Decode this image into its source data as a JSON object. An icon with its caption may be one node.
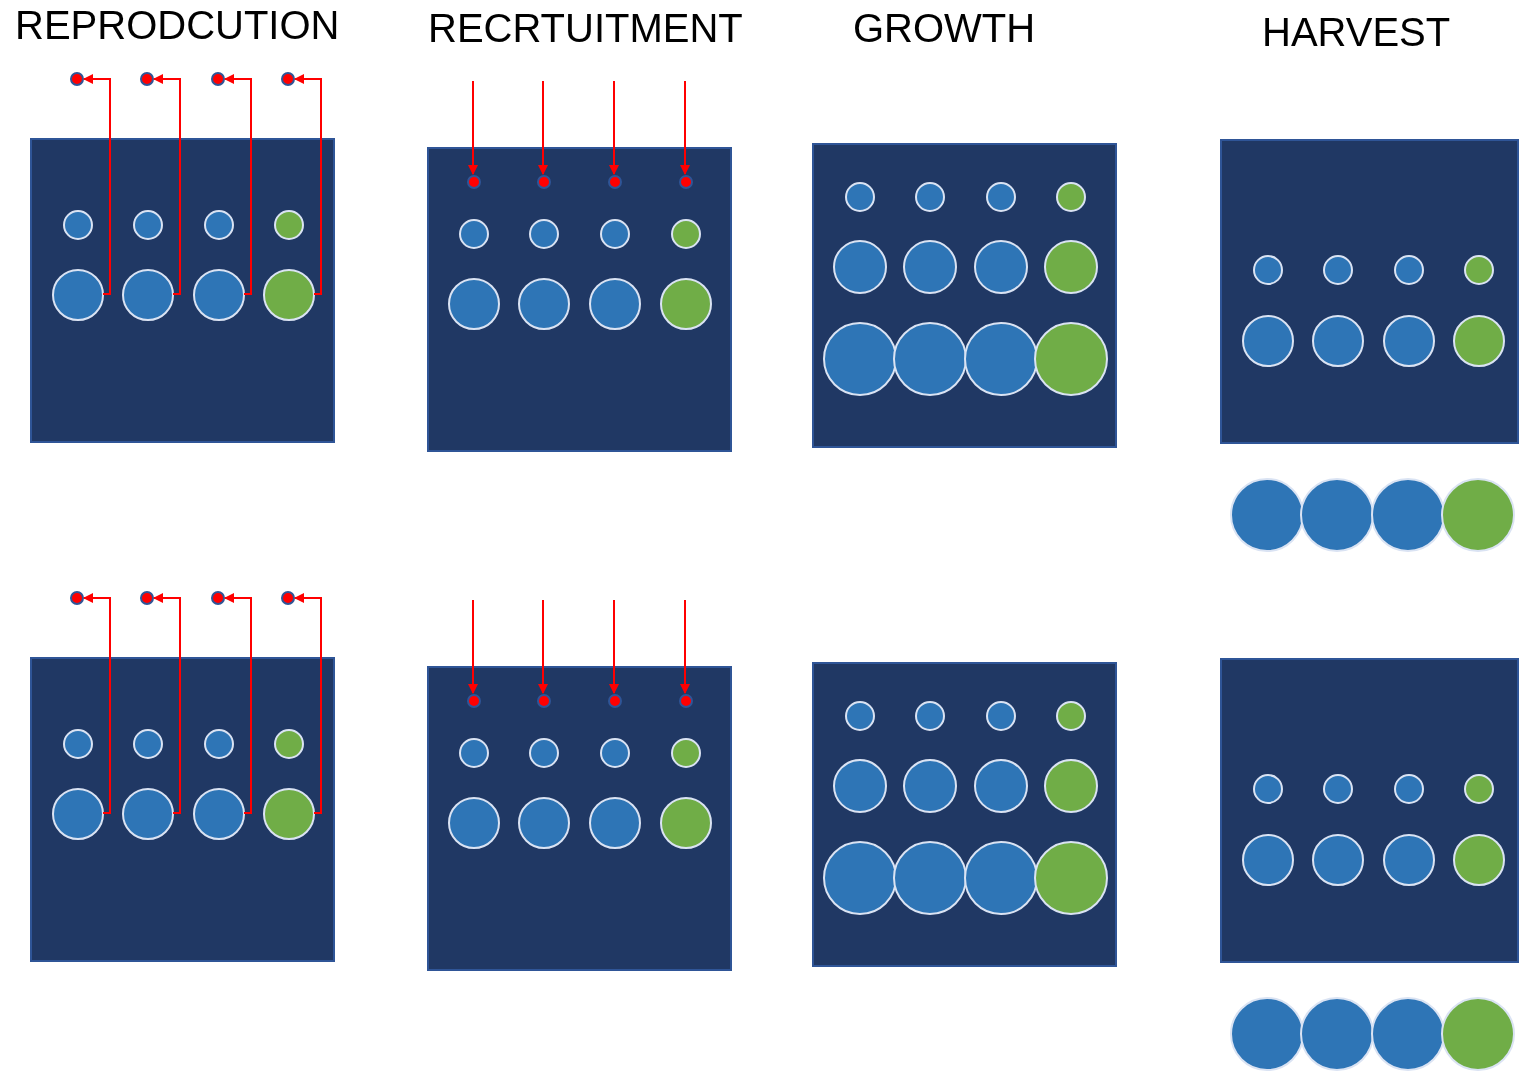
{
  "diagram": {
    "nodes": [
      {
        "text": [],
        "shape": "circle"
      },
      {
        "text": [],
        "shape": "circle"
      },
      {
        "text": [],
        "shape": "circle"
      },
      {
        "text": [],
        "shape": "circle"
      },
      {
        "text": [],
        "shape": "box"
      },
      {
        "text": [],
        "shape": "circle",
        "in": 4
      },
      {
        "text": [],
        "shape": "circle",
        "in": 4
      },
      {
        "text": [],
        "shape": "circle",
        "in": 4
      },
      {
        "text": [],
        "shape": "circle",
        "in": 4
      },
      {
        "text": [],
        "shape": "circle",
        "in": 4
      },
      {
        "text": [],
        "shape": "circle",
        "in": 4
      },
      {
        "text": [],
        "shape": "circle",
        "in": 4
      },
      {
        "text": [],
        "shape": "circle",
        "in": 4
      },
      {
        "text": [],
        "shape": "box"
      },
      {
        "text": [],
        "shape": "circle",
        "in": 13
      },
      {
        "text": [],
        "shape": "circle",
        "in": 13
      },
      {
        "text": [],
        "shape": "circle",
        "in": 13
      },
      {
        "text": [],
        "shape": "circle",
        "in": 13
      },
      {
        "text": [],
        "shape": "circle",
        "in": 13
      },
      {
        "text": [],
        "shape": "circle",
        "in": 13
      },
      {
        "text": [],
        "shape": "circle",
        "in": 13
      },
      {
        "text": [],
        "shape": "circle",
        "in": 13
      },
      {
        "text": [],
        "shape": "circle",
        "in": 13
      },
      {
        "text": [],
        "shape": "circle",
        "in": 13
      },
      {
        "text": [],
        "shape": "circle",
        "in": 13
      },
      {
        "text": [],
        "shape": "circle",
        "in": 13
      },
      {
        "text": [],
        "shape": "box"
      },
      {
        "text": [],
        "shape": "circle",
        "in": 26
      },
      {
        "text": [],
        "shape": "circle",
        "in": 26
      },
      {
        "text": [],
        "shape": "circle",
        "in": 26
      },
      {
        "text": [],
        "shape": "circle",
        "in": 26
      },
      {
        "text": [],
        "shape": "circle",
        "in": 26
      },
      {
        "text": [],
        "shape": "circle",
        "in": 26
      },
      {
        "text": [],
        "shape": "circle",
        "in": 26
      },
      {
        "text": [],
        "shape": "circle",
        "in": 26
      },
      {
        "text": [],
        "shape": "circle",
        "in": 26
      },
      {
        "text": [],
        "shape": "circle",
        "in": 26
      },
      {
        "text": [],
        "shape": "circle",
        "in": 26
      },
      {
        "text": [],
        "shape": "circle",
        "in": 26
      },
      {
        "text": [],
        "shape": "box"
      },
      {
        "text": [],
        "shape": "circle",
        "in": 39
      },
      {
        "text": [],
        "shape": "circle",
        "in": 39
      },
      {
        "text": [],
        "shape": "circle",
        "in": 39
      },
      {
        "text": [],
        "shape": "circle",
        "in": 39
      },
      {
        "text": [],
        "shape": "circle",
        "in": 39
      },
      {
        "text": [],
        "shape": "circle",
        "in": 39
      },
      {
        "text": [],
        "shape": "circle",
        "in": 39
      },
      {
        "text": [],
        "shape": "circle",
        "in": 39
      },
      {
        "text": [],
        "shape": "circle"
      },
      {
        "text": [],
        "shape": "circle"
      },
      {
        "text": [],
        "shape": "circle"
      },
      {
        "text": [],
        "shape": "circle"
      },
      {
        "text": [],
        "shape": "circle"
      },
      {
        "text": [],
        "shape": "circle"
      },
      {
        "text": [],
        "shape": "circle"
      },
      {
        "text": [],
        "shape": "circle"
      },
      {
        "text": [],
        "shape": "box"
      },
      {
        "text": [],
        "shape": "circle",
        "in": 56
      },
      {
        "text": [],
        "shape": "circle",
        "in": 56
      },
      {
        "text": [],
        "shape": "circle",
        "in": 56
      },
      {
        "text": [],
        "shape": "circle",
        "in": 56
      },
      {
        "text": [],
        "shape": "circle",
        "in": 56
      },
      {
        "text": [],
        "shape": "circle",
        "in": 56
      },
      {
        "text": [],
        "shape": "circle",
        "in": 56
      },
      {
        "text": [],
        "shape": "circle",
        "in": 56
      },
      {
        "text": [],
        "shape": "box"
      },
      {
        "text": [],
        "shape": "circle",
        "in": 65
      },
      {
        "text": [],
        "shape": "circle",
        "in": 65
      },
      {
        "text": [],
        "shape": "circle",
        "in": 65
      },
      {
        "text": [],
        "shape": "circle",
        "in": 65
      },
      {
        "text": [],
        "shape": "circle",
        "in": 65
      },
      {
        "text": [],
        "shape": "circle",
        "in": 65
      },
      {
        "text": [],
        "shape": "circle",
        "in": 65
      },
      {
        "text": [],
        "shape": "circle",
        "in": 65
      },
      {
        "text": [],
        "shape": "circle",
        "in": 65
      },
      {
        "text": [],
        "shape": "circle",
        "in": 65
      },
      {
        "text": [],
        "shape": "circle",
        "in": 65
      },
      {
        "text": [],
        "shape": "circle",
        "in": 65
      },
      {
        "text": [],
        "shape": "box"
      },
      {
        "text": [],
        "shape": "circle",
        "in": 78
      },
      {
        "text": [],
        "shape": "circle",
        "in": 78
      },
      {
        "text": [],
        "shape": "circle",
        "in": 78
      },
      {
        "text": [],
        "shape": "circle",
        "in": 78
      },
      {
        "text": [],
        "shape": "circle",
        "in": 78
      },
      {
        "text": [],
        "shape": "circle",
        "in": 78
      },
      {
        "text": [],
        "shape": "circle",
        "in": 78
      },
      {
        "text": [],
        "shape": "circle",
        "in": 78
      },
      {
        "text": [],
        "shape": "circle",
        "in": 78
      },
      {
        "text": [],
        "shape": "circle",
        "in": 78
      },
      {
        "text": [],
        "shape": "circle",
        "in": 78
      },
      {
        "text": [],
        "shape": "circle",
        "in": 78
      },
      {
        "text": [],
        "shape": "box"
      },
      {
        "text": [],
        "shape": "circle",
        "in": 91
      },
      {
        "text": [],
        "shape": "circle",
        "in": 91
      },
      {
        "text": [],
        "shape": "circle",
        "in": 91
      },
      {
        "text": [],
        "shape": "circle",
        "in": 91
      },
      {
        "text": [],
        "shape": "circle",
        "in": 91
      },
      {
        "text": [],
        "shape": "circle",
        "in": 91
      },
      {
        "text": [],
        "shape": "circle",
        "in": 91
      },
      {
        "text": [],
        "shape": "circle",
        "in": 91
      },
      {
        "text": [],
        "shape": "circle"
      },
      {
        "text": [],
        "shape": "circle"
      },
      {
        "text": [],
        "shape": "circle"
      },
      {
        "text": [],
        "shape": "circle"
      }
    ],
    "edges": [
      {
        "from": 9,
        "to": 0,
        "arrow": "to"
      },
      {
        "from": 10,
        "to": 1,
        "arrow": "to"
      },
      {
        "from": 11,
        "to": 2,
        "arrow": "to"
      },
      {
        "from": 12,
        "to": 3,
        "arrow": "to"
      },
      {
        "from": null,
        "to": 14,
        "arrow": "to"
      },
      {
        "from": null,
        "to": 15,
        "arrow": "to"
      },
      {
        "from": null,
        "to": 16,
        "arrow": "to"
      },
      {
        "from": null,
        "to": 17,
        "arrow": "to"
      },
      {
        "from": 61,
        "to": 52,
        "arrow": "to"
      },
      {
        "from": 62,
        "to": 53,
        "arrow": "to"
      },
      {
        "from": 63,
        "to": 54,
        "arrow": "to"
      },
      {
        "from": 64,
        "to": 55,
        "arrow": "to"
      },
      {
        "from": null,
        "to": 66,
        "arrow": "to"
      },
      {
        "from": null,
        "to": 67,
        "arrow": "to"
      },
      {
        "from": null,
        "to": 68,
        "arrow": "to"
      },
      {
        "from": null,
        "to": 69,
        "arrow": "to"
      }
    ],
    "labels": [
      "REPRODCUTION",
      "RECRTUITMENT",
      "GROWTH",
      "HARVEST"
    ]
  }
}
